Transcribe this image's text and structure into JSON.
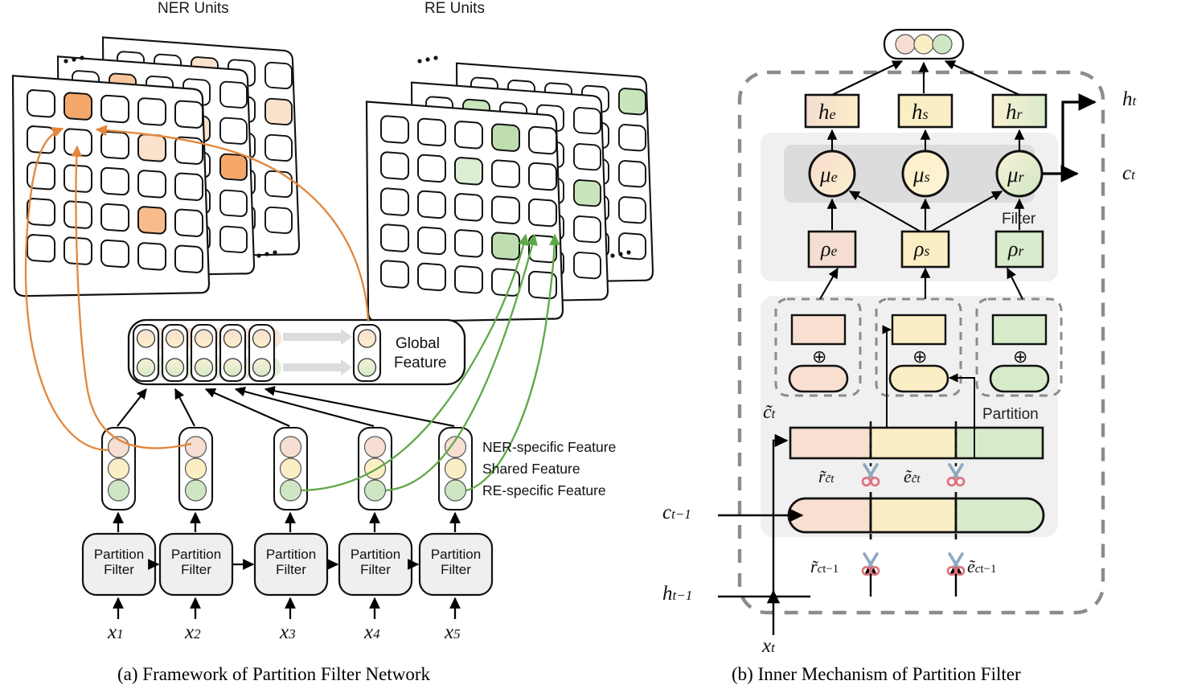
{
  "figure": {
    "panel_a_caption": "(a)  Framework of Partition Filter Network",
    "panel_b_caption": "(b)  Inner Mechanism of Partition Filter"
  },
  "panel_a": {
    "headers": {
      "ner": "NER Units",
      "re": "RE Units"
    },
    "global_feature_label_line1": "Global",
    "global_feature_label_line2": "Feature",
    "legend": [
      {
        "name": "ner-specific",
        "label": "NER-specific Feature",
        "color": "#F6DED2"
      },
      {
        "name": "shared",
        "label": "Shared Feature",
        "color": "#FBEEC5"
      },
      {
        "name": "re-specific",
        "label": "RE-specific Feature",
        "color": "#CFE6C4"
      }
    ],
    "cells": {
      "block_label_line1": "Partition",
      "block_label_line2": "Filter"
    },
    "blocks": [
      {
        "label1": "Partition",
        "label2": "Filter",
        "input": "x",
        "index": "1"
      },
      {
        "label1": "Partition",
        "label2": "Filter",
        "input": "x",
        "index": "2"
      },
      {
        "label1": "Partition",
        "label2": "Filter",
        "input": "x",
        "index": "3"
      },
      {
        "label1": "Partition",
        "label2": "Filter",
        "input": "x",
        "index": "4"
      },
      {
        "label1": "Partition",
        "label2": "Filter",
        "input": "x",
        "index": "5"
      }
    ],
    "inputs": [
      "x1",
      "x2",
      "x3",
      "x4",
      "x5"
    ],
    "ellipsis": "...",
    "grid": {
      "rows": 5,
      "cols": 5,
      "layers": 3
    },
    "ner_highlight_color_strong": "#F5A869",
    "ner_highlight_color_light": "#FBE2CC",
    "re_highlight_color_strong": "#BEDEB0",
    "re_highlight_color_light": "#DCEFD3",
    "ner_arrow_color": "#E2873C",
    "re_arrow_color": "#5FA846"
  },
  "panel_b": {
    "filter_label": "Filter",
    "partition_label": "Partition",
    "gates": [
      {
        "h": "he",
        "mu": "μe",
        "rho": "ρe",
        "color": "#F6DED2"
      },
      {
        "h": "hs",
        "mu": "μs",
        "rho": "ρs",
        "color": "#FBEEC5"
      },
      {
        "h": "hr",
        "mu": "μr",
        "rho": "ρr",
        "color": "#D8EBCD"
      }
    ],
    "outputs": {
      "ht": "ht",
      "ct": "ct"
    },
    "inputs": {
      "ct_prev": "ct-1",
      "ht_prev": "ht-1",
      "xt": "xt"
    },
    "bars": {
      "candidate_label": "c̃t",
      "cut_labels_candidate": [
        "r̃c̃t",
        "ẽc̃t"
      ],
      "cut_labels_memory": [
        "r̃ct-1",
        "ẽct-1"
      ]
    },
    "plus_symbol": "⊕",
    "segment_colors": {
      "ner": "#F8DFCF",
      "shared": "#FCEEC4",
      "re": "#D7EBCB"
    }
  }
}
